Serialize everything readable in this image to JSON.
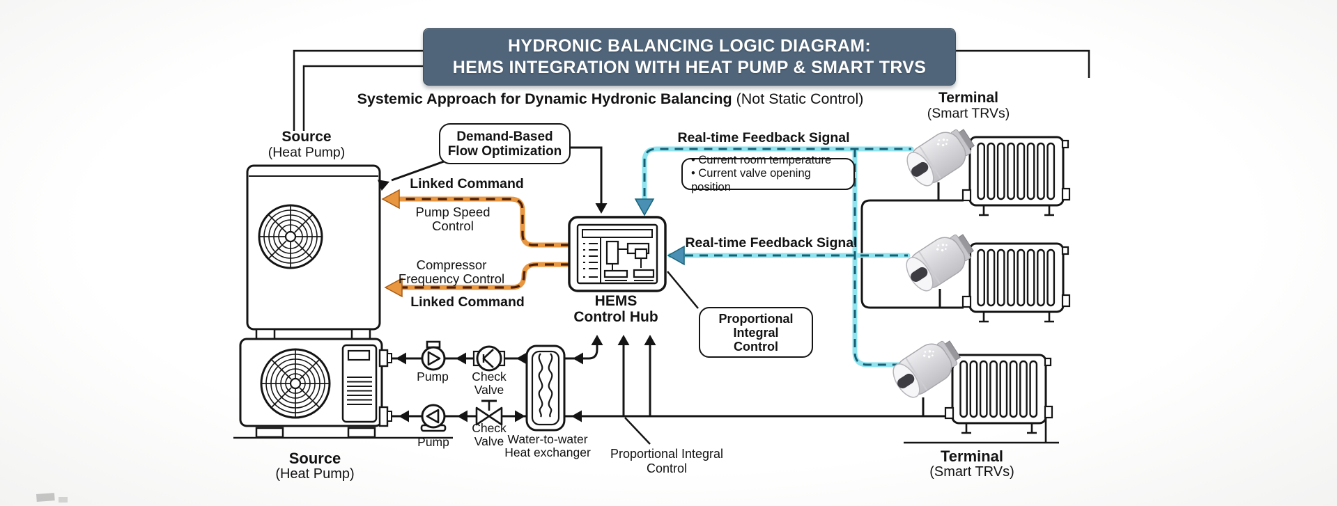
{
  "banner": {
    "line1": "HYDRONIC BALANCING LOGIC DIAGRAM:",
    "line2": "HEMS INTEGRATION WITH HEAT PUMP & SMART TRVS"
  },
  "subtitle": {
    "bold": "Systemic Approach for Dynamic Hydronic Balancing",
    "normal": " (Not Static Control)"
  },
  "source_top": {
    "title": "Source",
    "subtitle": "(Heat Pump)"
  },
  "source_bottom": {
    "title": "Source",
    "subtitle": "(Heat Pump)"
  },
  "terminal_top": {
    "title": "Terminal",
    "subtitle": "(Smart TRVs)"
  },
  "terminal_bottom": {
    "title": "Terminal",
    "subtitle": "(Smart TRVs)"
  },
  "demand_box": {
    "line1": "Demand-Based",
    "line2": "Flow Optimization"
  },
  "commands": {
    "linked_command_upper": "Linked Command",
    "pump_speed_line1": "Pump Speed",
    "pump_speed_line2": "Control",
    "compressor_line1": "Compressor",
    "compressor_line2": "Frequency Control",
    "linked_command_lower": "Linked Command"
  },
  "feedback": {
    "signal_upper": "Real-time Feedback Signal",
    "signal_lower": "Real-time Feedback Signal",
    "details": {
      "bullet1": "Current room temperature",
      "bullet2": "Current valve opening position"
    }
  },
  "hub": {
    "line1": "HEMS",
    "line2": "Control Hub"
  },
  "pic_box": {
    "line1": "Proportional",
    "line2": "Integral",
    "line3": "Control"
  },
  "pic_bottom": {
    "line1": "Proportional Integral",
    "line2": "Control"
  },
  "components": {
    "pump1": "Pump",
    "check_valve1_line1": "Check",
    "check_valve1_line2": "Valve",
    "pump2": "Pump",
    "check_valve2_line1": "Check",
    "check_valve2_line2": "Valve",
    "hx_line1": "Water-to-water",
    "hx_line2": "Heat exchanger"
  },
  "colors": {
    "banner_bg": "#50657A",
    "orange": "#E8963F",
    "orange_dash": "#4A1E07",
    "cyan": "#8FE3EF",
    "cyan_dash": "#145F73",
    "cyan_arrow": "#4A90B5",
    "line": "#141414"
  }
}
